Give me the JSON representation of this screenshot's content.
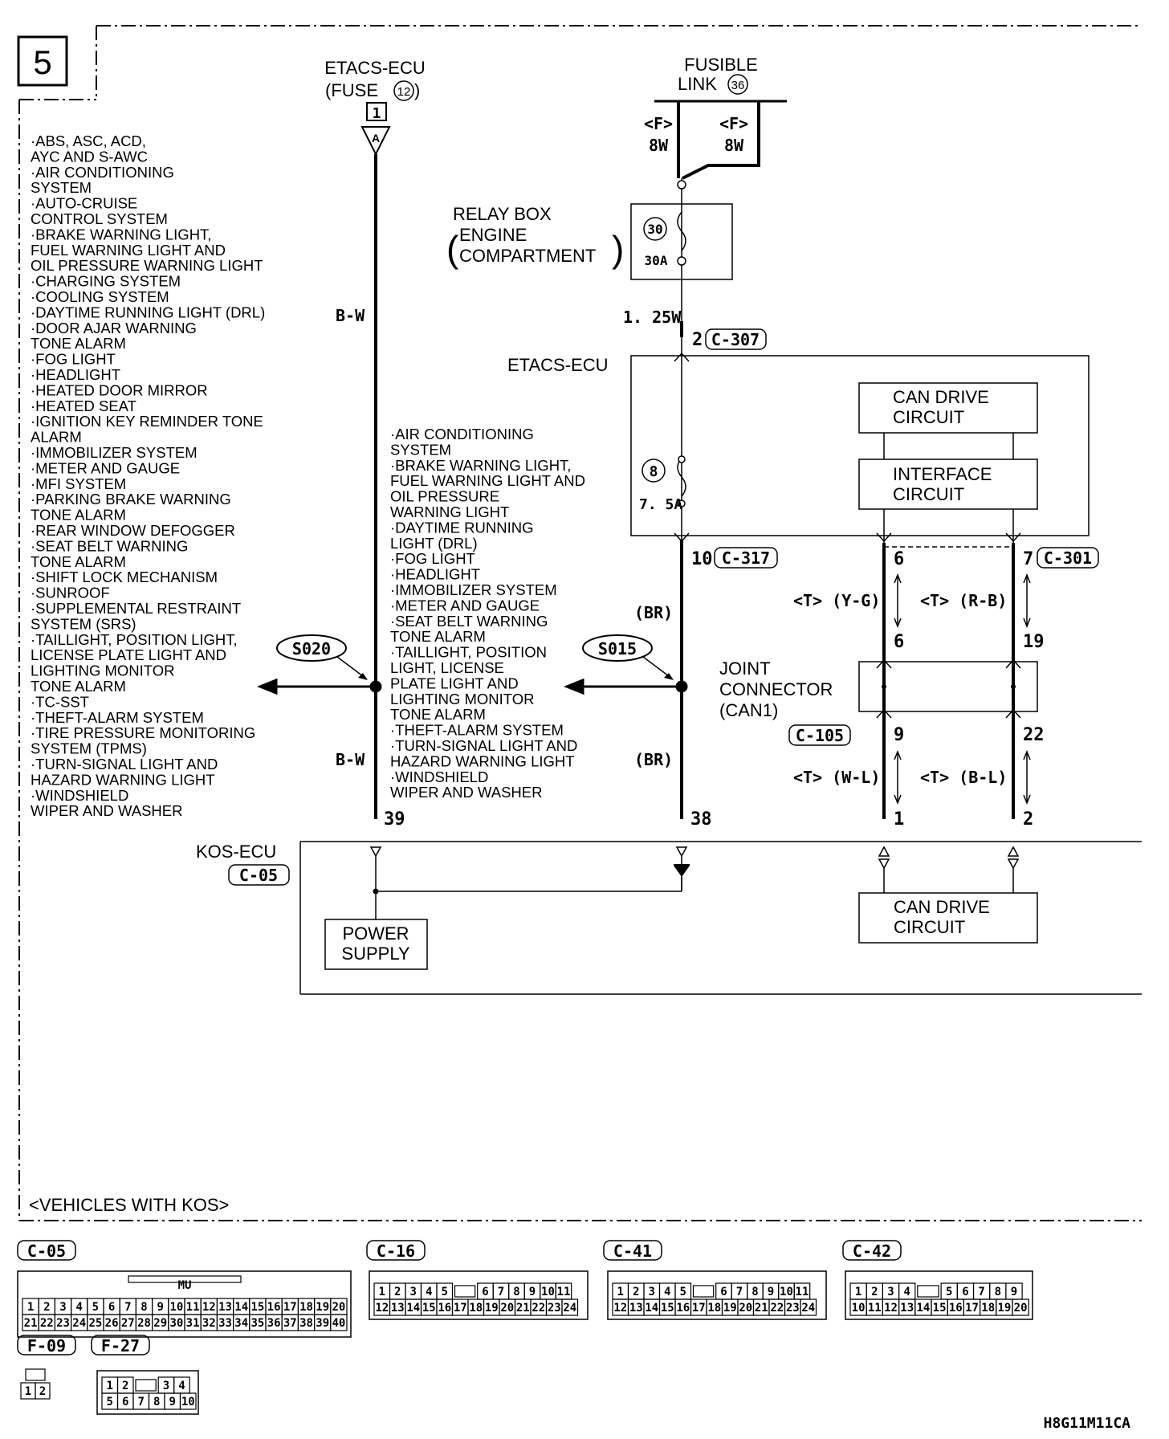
{
  "page_number": "5",
  "sources": {
    "etacs_fuse": {
      "line1": "ETACS-ECU",
      "line2": "(FUSE",
      "fuse_no": "12",
      "close": ")",
      "pin": "1",
      "conn": "A"
    },
    "fusible_link": {
      "line1": "FUSIBLE",
      "line2": "LINK",
      "link_no": "36",
      "left_tag": "<F>",
      "left_size": "8W",
      "right_tag": "<F>",
      "right_size": "8W"
    }
  },
  "relay_box": {
    "line1": "RELAY BOX",
    "line2": "ENGINE",
    "line3": "COMPARTMENT",
    "fuse_no": "30",
    "rating": "30A"
  },
  "wires": {
    "bw_upper": "B-W",
    "bw_lower": "B-W",
    "w125": "1. 25W",
    "br_upper": "(BR)",
    "br_lower": "(BR)",
    "yg": "<T> (Y-G)",
    "rb": "<T> (R-B)",
    "wl": "<T> (W-L)",
    "bl": "<T> (B-L)"
  },
  "etacs_ecu": {
    "title": "ETACS-ECU",
    "pin_in": "2",
    "conn_in": "C-307",
    "fuse_no": "8",
    "fuse_rating": "7. 5A",
    "pin_out": "10",
    "conn_out": "C-317",
    "can_drive": [
      "CAN DRIVE",
      "CIRCUIT"
    ],
    "interface": [
      "INTERFACE",
      "CIRCUIT"
    ],
    "pin_can_a": "6",
    "pin_can_b": "7",
    "conn_can": "C-301"
  },
  "joint_connector": {
    "lines": [
      "JOINT",
      "CONNECTOR",
      "(CAN1)"
    ],
    "conn": "C-105",
    "pin_top_a": "6",
    "pin_top_b": "19",
    "pin_bot_a": "9",
    "pin_bot_b": "22"
  },
  "splices": {
    "left": "S020",
    "right": "S015"
  },
  "kos_ecu": {
    "title": "KOS-ECU",
    "conn": "C-05",
    "pin_bw": "39",
    "pin_br": "38",
    "pin_can_a": "1",
    "pin_can_b": "2",
    "power_supply": [
      "POWER",
      "SUPPLY"
    ],
    "can_drive": [
      "CAN DRIVE",
      "CIRCUIT"
    ]
  },
  "left_list": [
    "·ABS, ASC, ACD,",
    " AYC AND S-AWC",
    "·AIR CONDITIONING",
    " SYSTEM",
    "·AUTO-CRUISE",
    " CONTROL SYSTEM",
    "·BRAKE WARNING LIGHT,",
    " FUEL WARNING LIGHT AND",
    " OIL PRESSURE WARNING LIGHT",
    "·CHARGING SYSTEM",
    "·COOLING SYSTEM",
    "·DAYTIME RUNNING LIGHT (DRL)",
    "·DOOR AJAR WARNING",
    " TONE ALARM",
    "·FOG LIGHT",
    "·HEADLIGHT",
    "·HEATED DOOR MIRROR",
    "·HEATED SEAT",
    "·IGNITION KEY REMINDER TONE",
    " ALARM",
    "·IMMOBILIZER SYSTEM",
    "·METER AND GAUGE",
    "·MFI SYSTEM",
    "·PARKING BRAKE WARNING",
    " TONE ALARM",
    "·REAR WINDOW DEFOGGER",
    "·SEAT BELT WARNING",
    " TONE ALARM",
    "·SHIFT LOCK MECHANISM",
    "·SUNROOF",
    "·SUPPLEMENTAL RESTRAINT",
    " SYSTEM (SRS)",
    "·TAILLIGHT, POSITION LIGHT,",
    " LICENSE PLATE LIGHT AND",
    " LIGHTING MONITOR",
    " TONE ALARM",
    "·TC-SST",
    "·THEFT-ALARM SYSTEM",
    "·TIRE PRESSURE MONITORING",
    " SYSTEM (TPMS)",
    "·TURN-SIGNAL LIGHT AND",
    " HAZARD WARNING LIGHT",
    "·WINDSHIELD",
    " WIPER AND WASHER"
  ],
  "middle_list": [
    "·AIR CONDITIONING",
    " SYSTEM",
    "·BRAKE WARNING LIGHT,",
    " FUEL WARNING LIGHT AND",
    " OIL PRESSURE",
    " WARNING LIGHT",
    "·DAYTIME RUNNING",
    " LIGHT (DRL)",
    "·FOG LIGHT",
    "·HEADLIGHT",
    "·IMMOBILIZER SYSTEM",
    "·METER AND GAUGE",
    "·SEAT BELT WARNING",
    " TONE ALARM",
    "·TAILLIGHT, POSITION",
    " LIGHT, LICENSE",
    " PLATE LIGHT AND",
    " LIGHTING MONITOR",
    " TONE ALARM",
    "·THEFT-ALARM SYSTEM",
    "·TURN-SIGNAL LIGHT AND",
    " HAZARD WARNING LIGHT",
    "·WINDSHIELD",
    " WIPER AND WASHER"
  ],
  "vehicles_note": "<VEHICLES WITH KOS>",
  "connector_views": {
    "c05": {
      "label": "C-05",
      "tag": "MU",
      "row1": [
        "1",
        "2",
        "3",
        "4",
        "5",
        "6",
        "7",
        "8",
        "9",
        "10",
        "11",
        "12",
        "13",
        "14",
        "15",
        "16",
        "17",
        "18",
        "19",
        "20"
      ],
      "row2": [
        "21",
        "22",
        "23",
        "24",
        "25",
        "26",
        "27",
        "28",
        "29",
        "30",
        "31",
        "32",
        "33",
        "34",
        "35",
        "36",
        "37",
        "38",
        "39",
        "40"
      ]
    },
    "c16": {
      "label": "C-16",
      "row1": [
        "1",
        "2",
        "3",
        "4",
        "5",
        "",
        "6",
        "7",
        "8",
        "9",
        "10",
        "11"
      ],
      "row2": [
        "12",
        "13",
        "14",
        "15",
        "16",
        "17",
        "18",
        "19",
        "20",
        "21",
        "22",
        "23",
        "24"
      ]
    },
    "c41": {
      "label": "C-41",
      "row1": [
        "1",
        "2",
        "3",
        "4",
        "5",
        "",
        "6",
        "7",
        "8",
        "9",
        "10",
        "11"
      ],
      "row2": [
        "12",
        "13",
        "14",
        "15",
        "16",
        "17",
        "18",
        "19",
        "20",
        "21",
        "22",
        "23",
        "24"
      ]
    },
    "c42": {
      "label": "C-42",
      "row1": [
        "1",
        "2",
        "3",
        "4",
        "",
        "5",
        "6",
        "7",
        "8",
        "9"
      ],
      "row2": [
        "10",
        "11",
        "12",
        "13",
        "14",
        "15",
        "16",
        "17",
        "18",
        "19",
        "20"
      ]
    },
    "f09": {
      "label": "F-09",
      "row2": [
        "1",
        "2"
      ]
    },
    "f27": {
      "label": "F-27",
      "row1": [
        "1",
        "2",
        "",
        "3",
        "4"
      ],
      "row2": [
        "5",
        "6",
        "7",
        "8",
        "9",
        "10"
      ]
    }
  },
  "figure_code": "H8G11M11CA"
}
